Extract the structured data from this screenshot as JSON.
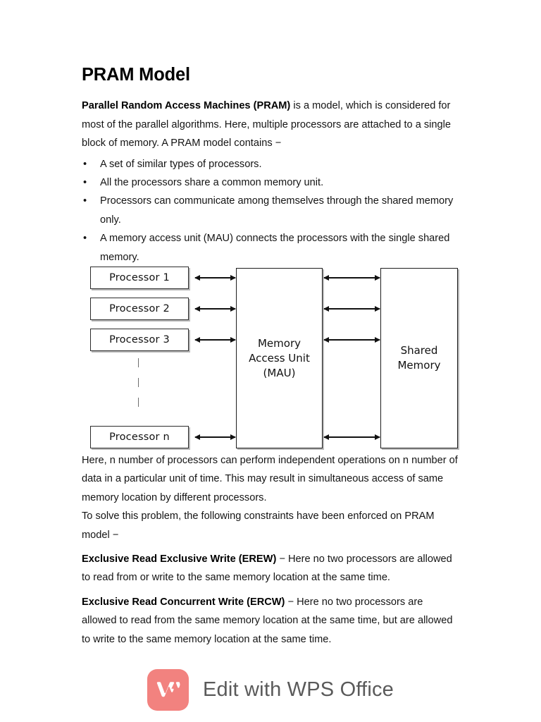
{
  "document": {
    "title": "PRAM Model",
    "intro": {
      "bold_lead": "Parallel Random Access Machines (PRAM)",
      "rest": " is a model, which is considered for most of the parallel algorithms. Here, multiple processors are attached to a single block of memory. A PRAM model contains −"
    },
    "bullet_marker": "•",
    "bullets": [
      "A set of similar types of processors.",
      "All the processors share a common memory unit.",
      "Processors can communicate among themselves through the shared memory only.",
      "A memory access unit (MAU) connects the processors with the single shared memory."
    ],
    "after_diagram": [
      "Here, n number of processors can perform independent operations on n number of data in a particular unit of time. This may result in simultaneous access of same memory location by different processors.",
      "To solve this problem, the following constraints have been enforced on PRAM model −"
    ],
    "definitions": [
      {
        "term": "Exclusive Read Exclusive Write (EREW)",
        "dash": " − ",
        "text": "Here no two processors are allowed to read from or write to the same memory location at the same time."
      },
      {
        "term": "Exclusive Read Concurrent Write (ERCW)",
        "dash": " − ",
        "text": "Here no two processors are allowed to read from the same memory location at the same time, but are allowed to write to the same memory location at the same time."
      }
    ]
  },
  "diagram": {
    "processors": [
      "Processor 1",
      "Processor 2",
      "Processor 3",
      "Processor n"
    ],
    "mau_label": "Memory\nAccess Unit\n(MAU)",
    "shared_memory_label": "Shared\nMemory",
    "arrow_count_left": 4,
    "arrow_count_right": 4
  },
  "footer": {
    "logo_name": "wps-office-logo",
    "logo_color": "#F2827F",
    "label": "Edit with WPS Office",
    "label_color": "#5a5a5a"
  }
}
